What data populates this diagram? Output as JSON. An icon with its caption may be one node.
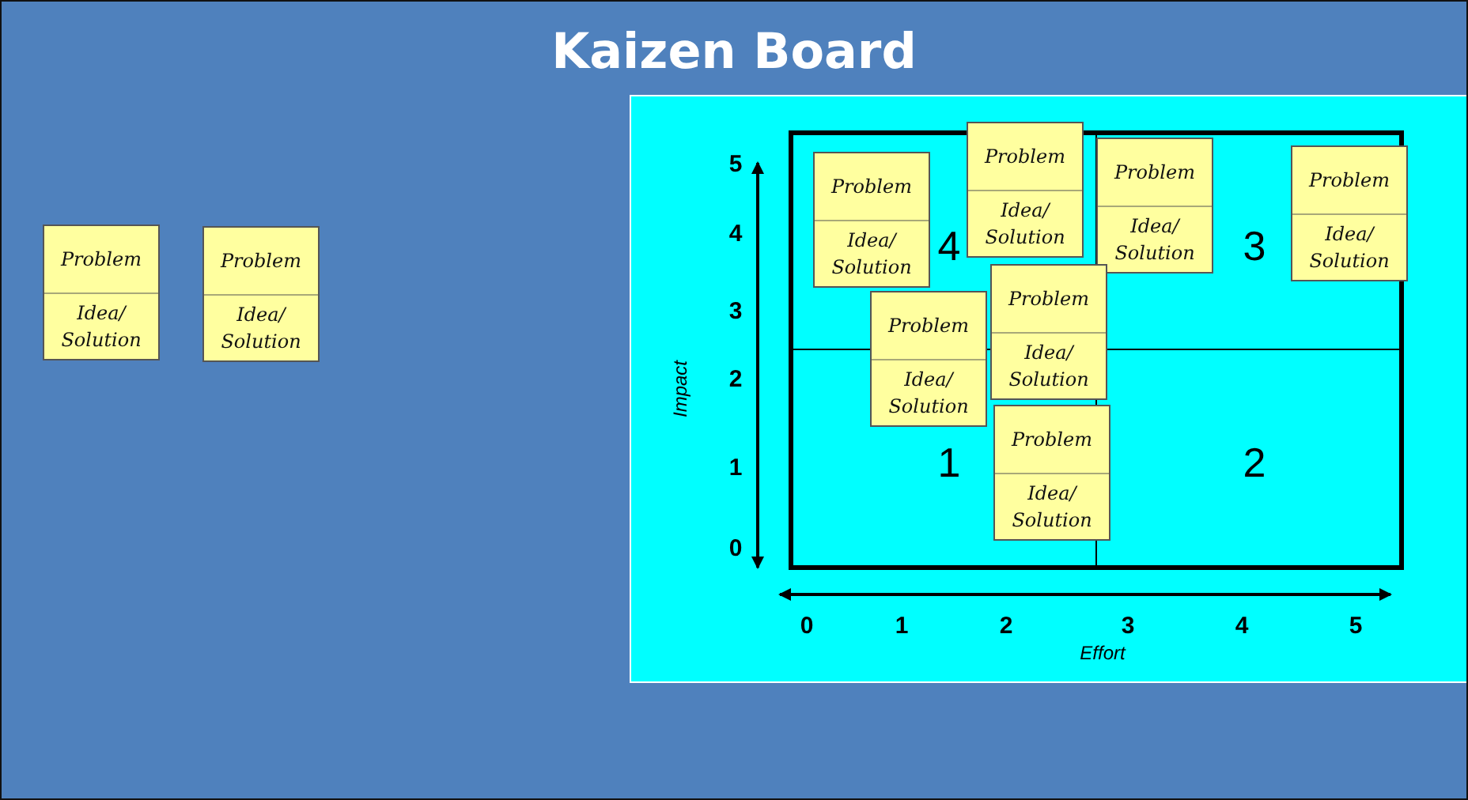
{
  "diagram": {
    "title": "Kaizen Board",
    "nodes": [
      {
        "text": [
          "Problem",
          "Idea/ Solution"
        ]
      },
      {
        "text": [
          "Problem",
          "Idea/ Solution"
        ]
      },
      {
        "text": [],
        "shape": "box"
      },
      {
        "text": [
          "Problem",
          "Idea/ Solution"
        ],
        "in": 2
      },
      {
        "text": [
          "Problem",
          "Idea/ Solution"
        ],
        "in": 2
      },
      {
        "text": [
          "Problem",
          "Idea/ Solution"
        ],
        "in": 2
      },
      {
        "text": [
          "Problem",
          "Idea/ Solution"
        ],
        "in": 2
      },
      {
        "text": [
          "Problem",
          "Idea/ Solution"
        ],
        "in": 2
      },
      {
        "text": [
          "Problem",
          "Idea/ Solution"
        ],
        "in": 2
      },
      {
        "text": [
          "Problem",
          "Idea/ Solution"
        ],
        "in": 2
      }
    ],
    "labels": [
      "5",
      "4",
      "3",
      "2",
      "1",
      "0",
      "4",
      "3",
      "1",
      "2",
      "Impact",
      "0",
      "1",
      "2",
      "3",
      "4",
      "5",
      "Effort"
    ]
  }
}
